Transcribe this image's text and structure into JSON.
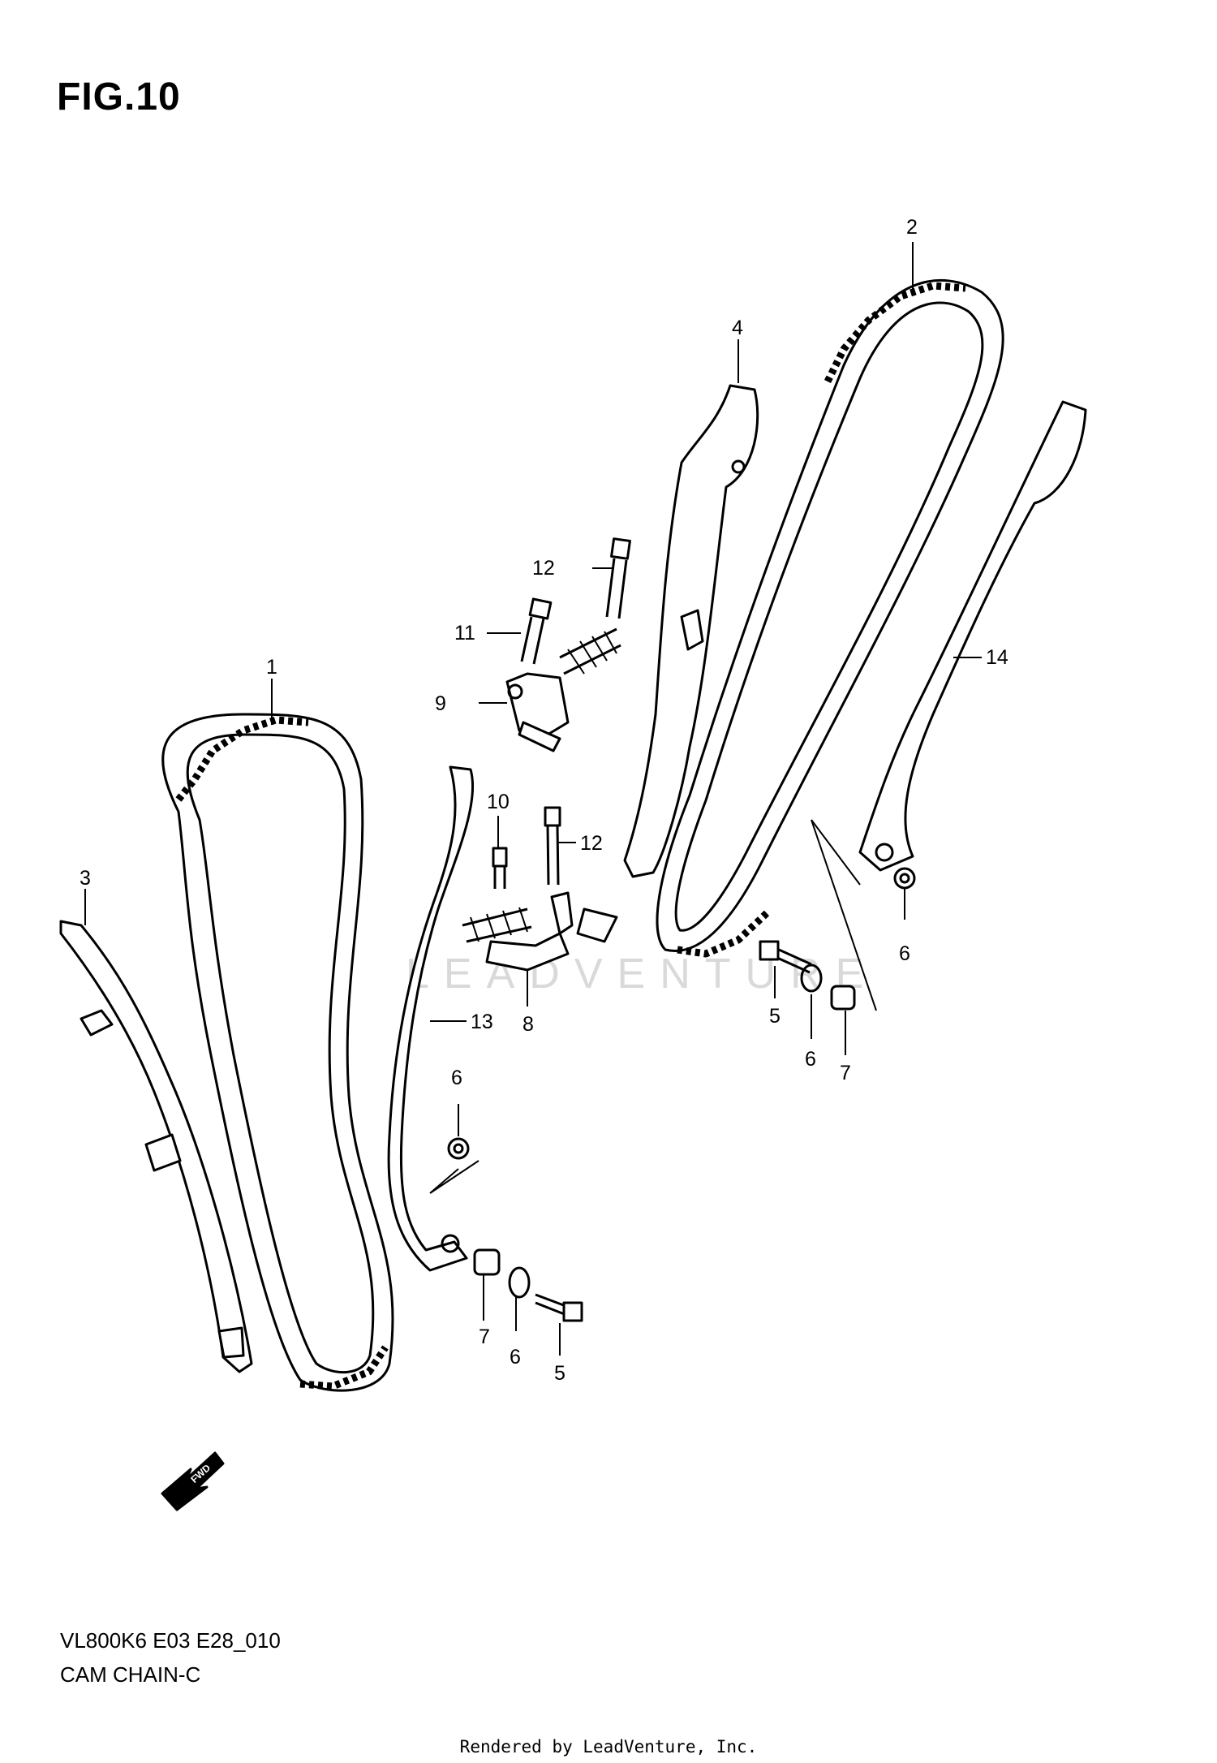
{
  "figure": {
    "title": "FIG.10"
  },
  "callouts": [
    "1",
    "2",
    "3",
    "4",
    "5",
    "5",
    "6",
    "6",
    "6",
    "6",
    "7",
    "7",
    "8",
    "9",
    "10",
    "11",
    "12",
    "12",
    "13",
    "14"
  ],
  "fwd_arrow": {
    "label": "FWD"
  },
  "watermark": {
    "text": "LEADVENTURE"
  },
  "model": {
    "code": "VL800K6 E03 E28_010",
    "section": "CAM CHAIN-C"
  },
  "footer": {
    "text": "Rendered by LeadVenture, Inc."
  }
}
